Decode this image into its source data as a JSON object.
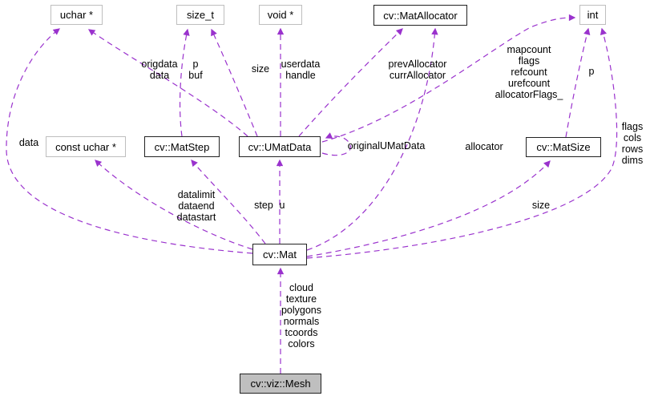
{
  "diagram": {
    "type": "collaboration-graph",
    "edge_color": "#9a32cd",
    "nodes": [
      {
        "id": "uchar-ptr",
        "label": "uchar *",
        "style": "external"
      },
      {
        "id": "size-t",
        "label": "size_t",
        "style": "external"
      },
      {
        "id": "void-ptr",
        "label": "void *",
        "style": "external"
      },
      {
        "id": "mat-allocator",
        "label": "cv::MatAllocator",
        "style": "class"
      },
      {
        "id": "int",
        "label": "int",
        "style": "external"
      },
      {
        "id": "const-uchar-ptr",
        "label": "const uchar *",
        "style": "external"
      },
      {
        "id": "mat-step",
        "label": "cv::MatStep",
        "style": "class"
      },
      {
        "id": "umat-data",
        "label": "cv::UMatData",
        "style": "class"
      },
      {
        "id": "mat-size",
        "label": "cv::MatSize",
        "style": "class"
      },
      {
        "id": "mat",
        "label": "cv::Mat",
        "style": "class"
      },
      {
        "id": "mesh",
        "label": "cv::viz::Mesh",
        "style": "main"
      }
    ],
    "edges": [
      {
        "from": "cv::Mat",
        "to": "uchar *",
        "text": "data"
      },
      {
        "from": "cv::UMatData",
        "to": "uchar *",
        "text": "origdata\ndata"
      },
      {
        "from": "cv::MatStep",
        "to": "size_t",
        "text": "p\nbuf"
      },
      {
        "from": "cv::UMatData",
        "to": "size_t",
        "text": "size"
      },
      {
        "from": "cv::UMatData",
        "to": "void *",
        "text": "userdata\nhandle"
      },
      {
        "from": "cv::UMatData",
        "to": "cv::MatAllocator",
        "text": "prevAllocator\ncurrAllocator"
      },
      {
        "from": "cv::UMatData",
        "to": "int",
        "text": "mapcount\nflags\nrefcount\nurefcount\nallocatorFlags_"
      },
      {
        "from": "cv::MatSize",
        "to": "int",
        "text": "p"
      },
      {
        "from": "cv::Mat",
        "to": "int",
        "text": "flags\ncols\nrows\ndims"
      },
      {
        "from": "cv::UMatData",
        "to": "cv::UMatData",
        "text": "originalUMatData"
      },
      {
        "from": "cv::Mat",
        "to": "cv::MatAllocator",
        "text": "allocator"
      },
      {
        "from": "cv::Mat",
        "to": "const uchar *",
        "text": "datalimit\ndataend\ndatastart"
      },
      {
        "from": "cv::Mat",
        "to": "cv::MatStep",
        "text": "step"
      },
      {
        "from": "cv::Mat",
        "to": "cv::UMatData",
        "text": "u"
      },
      {
        "from": "cv::Mat",
        "to": "cv::MatSize",
        "text": "size"
      },
      {
        "from": "cv::viz::Mesh",
        "to": "cv::Mat",
        "text": "cloud\ntexture\npolygons\nnormals\ntcoords\ncolors"
      }
    ]
  }
}
